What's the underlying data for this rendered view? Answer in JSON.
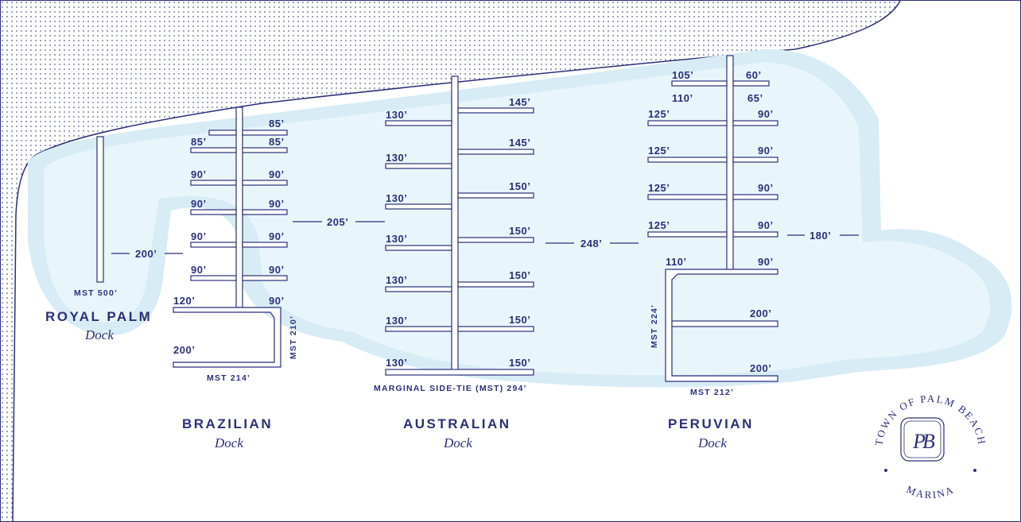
{
  "docks": {
    "royal_palm": {
      "name": "ROYAL PALM",
      "sub": "Dock",
      "mst": "MST 500’",
      "gap": "200’"
    },
    "brazilian": {
      "name": "BRAZILIAN",
      "sub": "Dock",
      "mst_bottom": "MST 214’",
      "mst_side": "MST 210’",
      "gap": "205’",
      "left": [
        "85’",
        "90’",
        "90’",
        "90’",
        "90’",
        "120’",
        "200’"
      ],
      "right": [
        "85’",
        "85’",
        "90’",
        "90’",
        "90’",
        "90’",
        "90’"
      ]
    },
    "australian": {
      "name": "AUSTRALIAN",
      "sub": "Dock",
      "mst": "MARGINAL SIDE-TIE (MST) 294’",
      "gap": "248’",
      "left": [
        "130’",
        "130’",
        "130’",
        "130’",
        "130’",
        "130’",
        "130’"
      ],
      "right": [
        "145’",
        "145’",
        "150’",
        "150’",
        "150’",
        "150’",
        "150’"
      ]
    },
    "peruvian": {
      "name": "PERUVIAN",
      "sub": "Dock",
      "mst_bottom": "MST 212’",
      "mst_side": "MST 224’",
      "gap": "180’",
      "left": [
        "105’",
        "110’",
        "125’",
        "125’",
        "125’",
        "125’",
        "110’"
      ],
      "right": [
        "60’",
        "65’",
        "90’",
        "90’",
        "90’",
        "90’",
        "90’",
        "200’",
        "200’"
      ]
    }
  },
  "seal": {
    "top": "TOWN OF PALM BEACH",
    "bottom": "MARINA",
    "monogram": "PB"
  },
  "colors": {
    "navy": "#2b2f7a",
    "water_outer": "#d7ecf5",
    "water_inner": "#e8f5fb",
    "land": "#ffffff"
  }
}
